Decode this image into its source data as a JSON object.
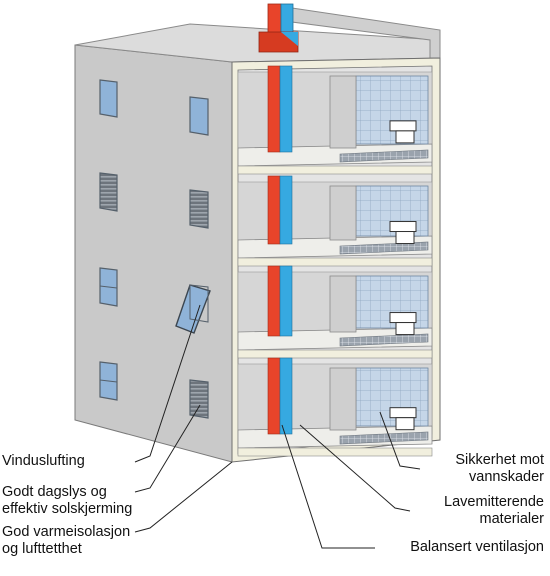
{
  "labels": {
    "window_ventilation": "Vinduslufting",
    "daylight_line1": "Godt dagslys og",
    "daylight_line2": "effektiv solskjerming",
    "insulation_line1": "God varmeisolasjon",
    "insulation_line2": "og lufttetthet",
    "water_damage_line1": "Sikkerhet mot",
    "water_damage_line2": "vannskader",
    "low_emission_line1": "Lavemitterende",
    "low_emission_line2": "materialer",
    "balanced_ventilation": "Balansert ventilasjon"
  },
  "colors": {
    "facade": "#c9c9c9",
    "interior_wall": "#d6d6d6",
    "floor_slab": "#eeeeea",
    "bathroom_tile": "#c5d6e8",
    "exhaust_duct": "#e8442a",
    "supply_duct": "#36a9e1",
    "window_glass": "#8fb3d8",
    "insulation": "#f1efde"
  }
}
